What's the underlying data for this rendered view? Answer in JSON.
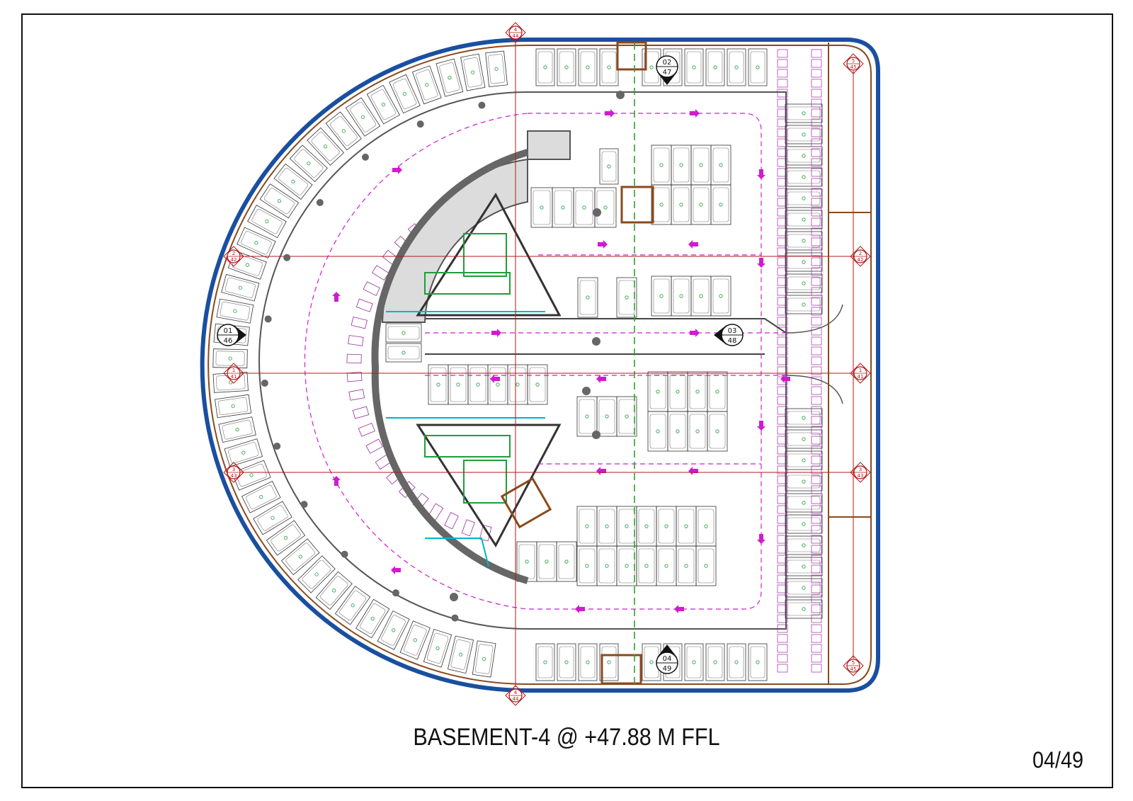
{
  "drawing": {
    "title": "BASEMENT-4 @ +47.88 M FFL",
    "page_number": "04/49"
  },
  "section_markers": {
    "west": {
      "num": "01",
      "sheet": "46"
    },
    "north": {
      "num": "02",
      "sheet": "47"
    },
    "east": {
      "num": "03",
      "sheet": "48"
    },
    "south": {
      "num": "04",
      "sheet": "49"
    }
  },
  "grid_bubbles": {
    "g1": {
      "num": "1",
      "sheet": "41"
    },
    "g2": {
      "num": "2",
      "sheet": "42"
    },
    "g3": {
      "num": "3",
      "sheet": "43"
    },
    "g4": {
      "num": "4",
      "sheet": "44"
    },
    "g5": {
      "num": "5",
      "sheet": "45"
    }
  },
  "colors": {
    "outline_blue": "#1a4fa0",
    "wall_brown": "#8a4a1c",
    "stair_green": "#1f9e3a",
    "lift_cyan": "#00b4c8",
    "traffic_magenta": "#d21ad2",
    "grid_red": "#b01818",
    "centerline_green": "#2aa42a"
  }
}
